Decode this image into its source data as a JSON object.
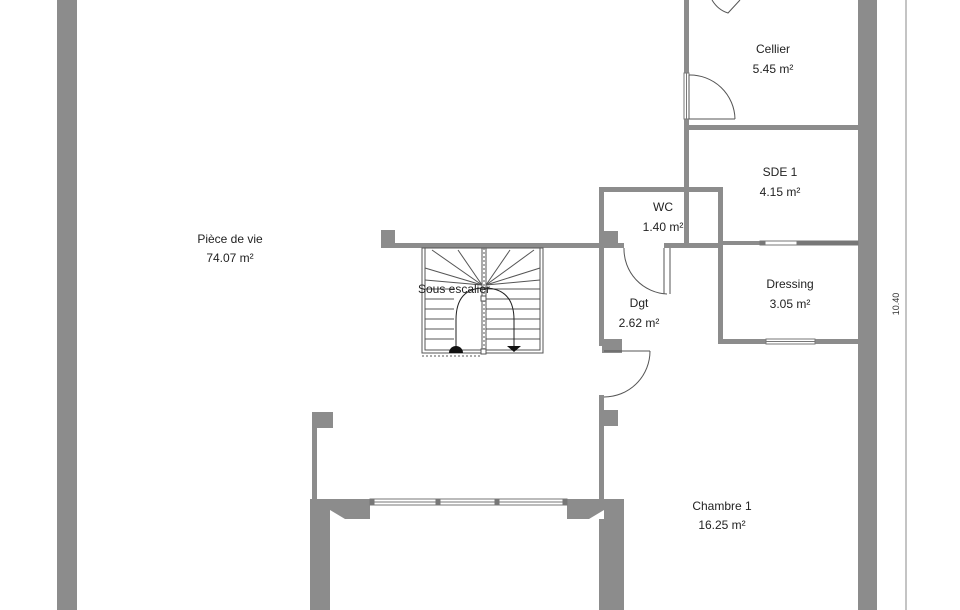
{
  "plan": {
    "colors": {
      "wall": "#8c8c8c",
      "wall_dark": "#777777",
      "line": "#555555",
      "background": "#ffffff"
    },
    "rooms": {
      "piece_de_vie": {
        "name": "Pièce de vie",
        "area": "74.07 m²"
      },
      "cellier": {
        "name": "Cellier",
        "area": "5.45 m²"
      },
      "sde1": {
        "name": "SDE 1",
        "area": "4.15 m²"
      },
      "wc": {
        "name": "WC",
        "area": "1.40 m²"
      },
      "dressing": {
        "name": "Dressing",
        "area": "3.05 m²"
      },
      "dgt": {
        "name": "Dgt",
        "area": "2.62 m²"
      },
      "chambre1": {
        "name": "Chambre 1",
        "area": "16.25 m²"
      }
    },
    "stair_label": "Sous escalier",
    "dimension": "10.40"
  }
}
